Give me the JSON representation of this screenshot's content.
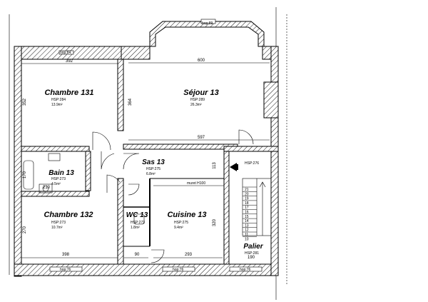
{
  "plan": {
    "rooms": {
      "chambre131": {
        "name": "Chambre 131",
        "hsp": "HSP:284",
        "area": "13.9m²"
      },
      "sejour13": {
        "name": "Séjour 13",
        "hsp": "HSP:289",
        "area": "26.3m²"
      },
      "bain13": {
        "name": "Bain 13",
        "hsp": "HSP:273",
        "area": "4.5m²"
      },
      "sas13": {
        "name": "Sas 13",
        "hsp": "HSP:275",
        "area": "6.8m²"
      },
      "chambre132": {
        "name": "Chambre 132",
        "hsp": "HSP:273",
        "area": "10.7m²"
      },
      "wc13": {
        "name": "WC 13",
        "hsp": "HSP:273",
        "area": "1.8m²"
      },
      "cuisine13": {
        "name": "Cuisine 13",
        "hsp": "HSP:275",
        "area": "9.4m²"
      },
      "palier": {
        "name": "Palier",
        "hsp": "HSP:281",
        "area": ""
      }
    },
    "dimensions": {
      "d392": "392",
      "d600": "600",
      "d597": "597",
      "d398": "398",
      "d293": "293",
      "d90": "90",
      "d190": "190",
      "d113": "113",
      "d320": "320",
      "d270": "270",
      "d170": "170",
      "d352": "352",
      "d364": "364",
      "d210": "210"
    },
    "labels": {
      "hop_top": "hop:89",
      "hop_bed": "hop:84",
      "hop_b1": "hop:76",
      "hop_b2": "hop:76",
      "hop_b3": "hop:76",
      "hsp_stairs": "HSP:276",
      "muret": "muret H100"
    },
    "stair_numbers": [
      "21",
      "20",
      "19",
      "18",
      "17",
      "16",
      "15",
      "14",
      "13",
      "12",
      "11",
      "10"
    ],
    "icons": {
      "arrow": "entrance-arrow-icon"
    }
  }
}
